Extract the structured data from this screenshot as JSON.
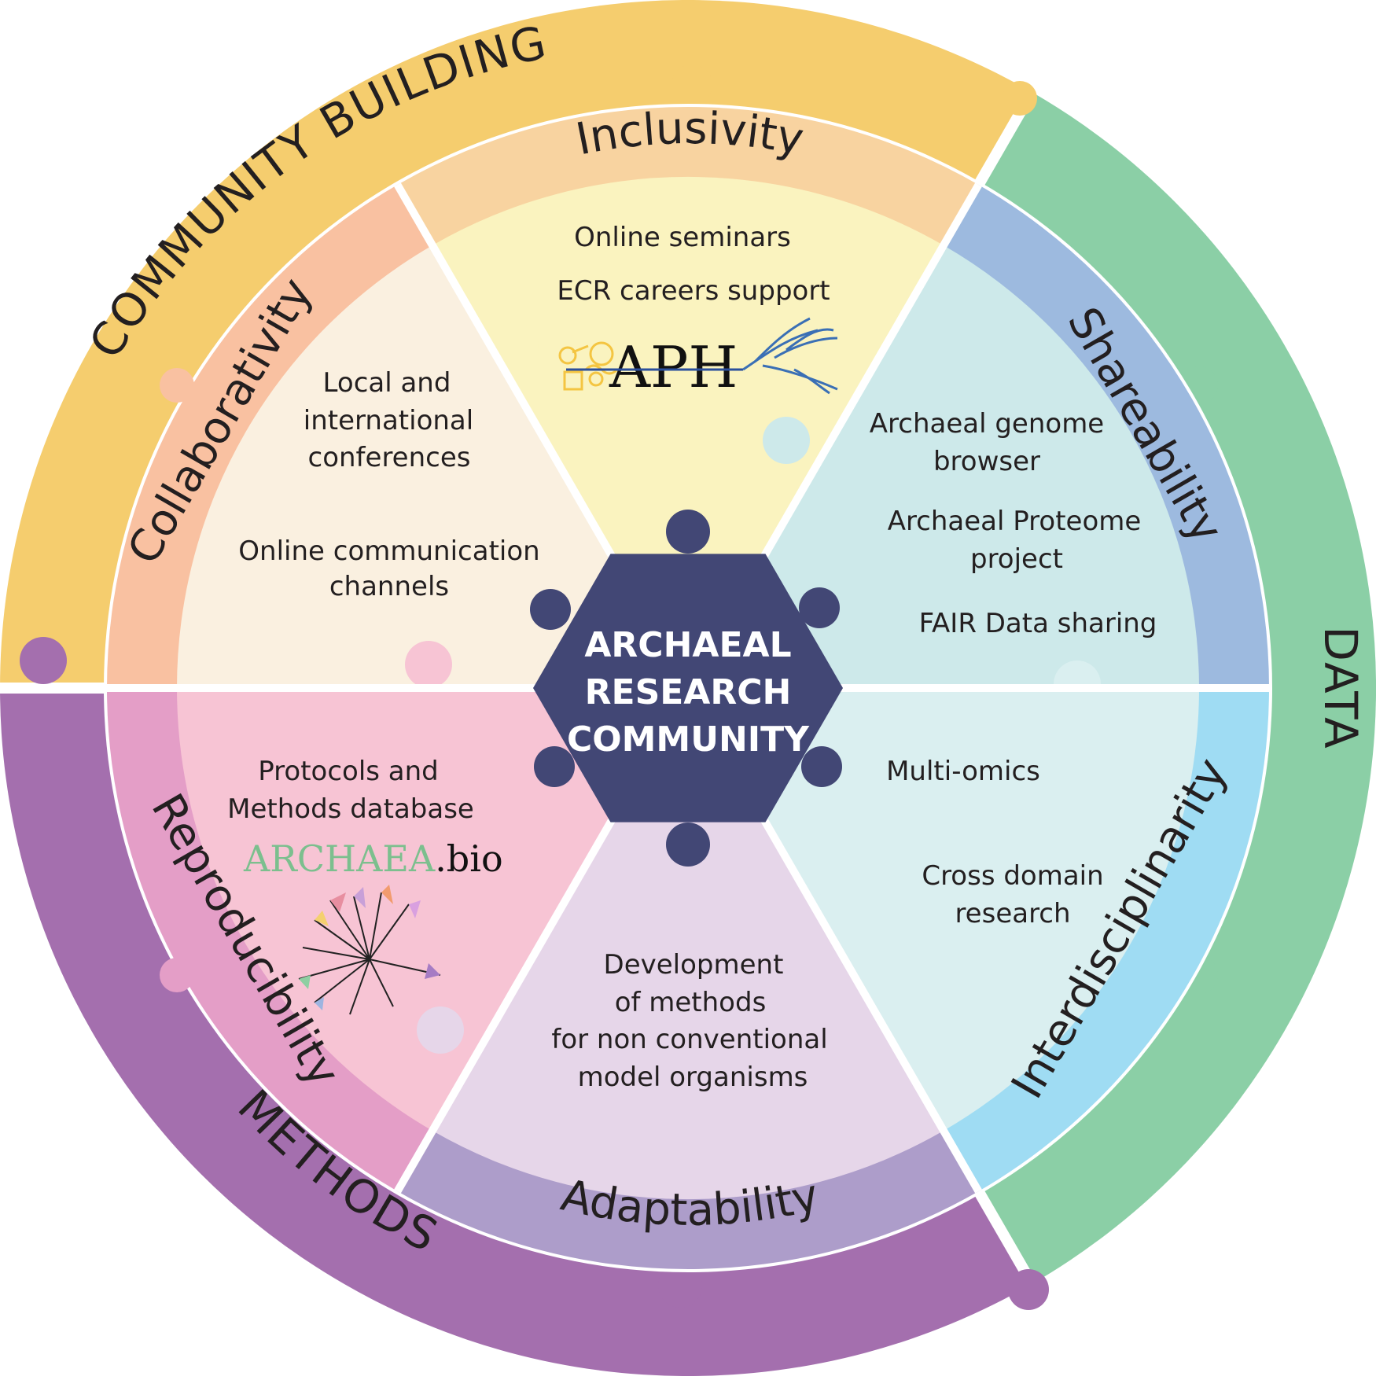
{
  "center": {
    "lines": [
      "ARCHAEAL",
      "RESEARCH",
      "COMMUNITY"
    ]
  },
  "ring": {
    "community": "COMMUNITY BUILDING",
    "data": "DATA",
    "methods": "METHODS"
  },
  "segments": {
    "inclusivity": {
      "title": "Inclusivity",
      "items": [
        "Online seminars",
        "ECR careers support"
      ],
      "logo": "APH"
    },
    "shareability": {
      "title": "Shareability",
      "items": [
        "Archaeal genome",
        "browser",
        "Archaeal Proteome",
        "project",
        "FAIR Data sharing"
      ]
    },
    "interdisciplinarity": {
      "title": "Interdisciplinarity",
      "items": [
        "Multi-omics",
        "Cross domain",
        "research"
      ]
    },
    "adaptability": {
      "title": "Adaptability",
      "items": [
        "Development",
        "of methods",
        "for non conventional",
        "model organisms"
      ]
    },
    "reproducibility": {
      "title": "Reproducibility",
      "items": [
        "Protocols and",
        "Methods database"
      ],
      "logo_main": "ARCHAEA",
      "logo_suffix": ".bio"
    },
    "collaborativity": {
      "title": "Collaborativity",
      "items": [
        "Local and",
        "international",
        "conferences",
        "Online communication",
        "channels"
      ]
    }
  },
  "colors": {
    "ring_community": "#f5cd6e",
    "ring_data": "#8bcfa6",
    "ring_methods": "#a46fae",
    "band_inclusivity": "#f8d3a0",
    "fill_inclusivity": "#faf3bf",
    "band_shareability": "#9dbadf",
    "fill_shareability": "#cde9ea",
    "band_interdisciplinarity": "#9fdcf3",
    "fill_interdisciplinarity": "#daeff0",
    "band_adaptability": "#ad9dca",
    "fill_adaptability": "#e6d6e9",
    "band_reproducibility": "#e49ec7",
    "fill_reproducibility": "#f7c4d4",
    "band_collaborativity": "#f9c1a1",
    "fill_collaborativity": "#faf0e0",
    "center": "#424775"
  },
  "icons": [
    "puzzle-tab-icon",
    "tree-branch-icon",
    "microbe-doodle-icon",
    "phylogenetic-tree-icon"
  ]
}
